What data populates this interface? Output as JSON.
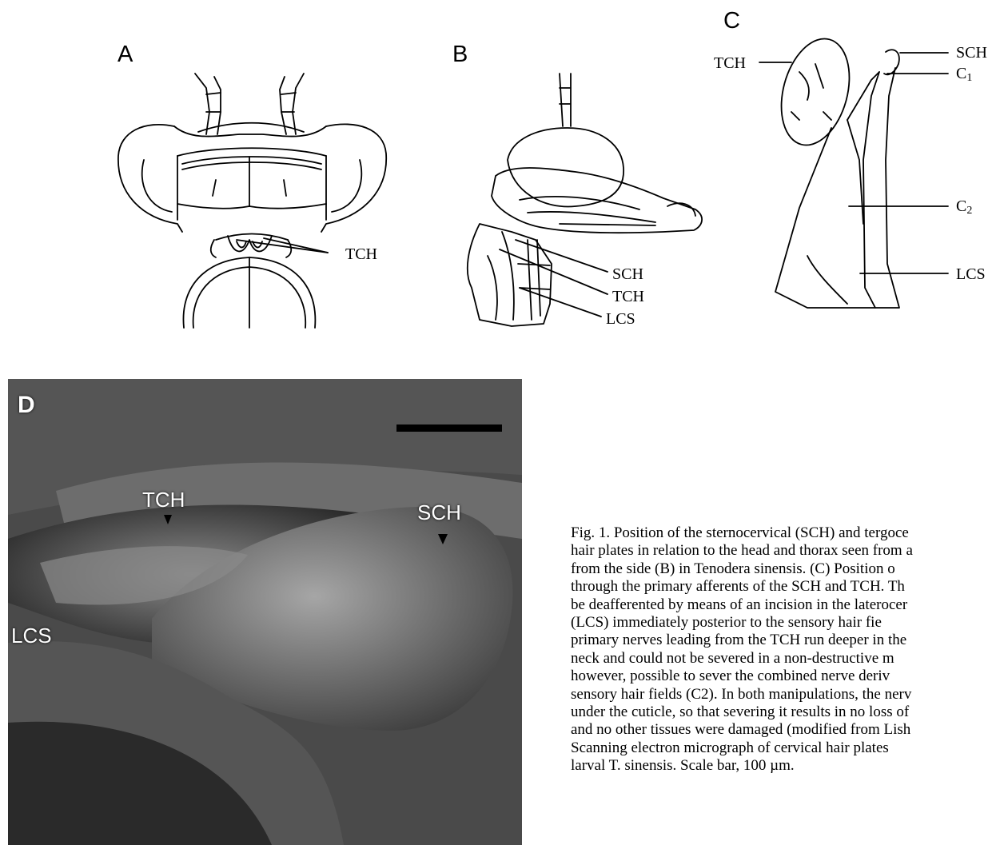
{
  "panels": {
    "a": {
      "letter": "A",
      "tch": "TCH"
    },
    "b": {
      "letter": "B",
      "sch": "SCH",
      "tch": "TCH",
      "lcs": "LCS"
    },
    "c": {
      "letter": "C",
      "tch": "TCH",
      "sch": "SCH",
      "c1": "C",
      "c1_sub": "1",
      "c2": "C",
      "c2_sub": "2",
      "lcs": "LCS"
    },
    "d": {
      "letter": "D",
      "tch": "TCH",
      "sch": "SCH",
      "lcs": "LCS"
    }
  },
  "caption": {
    "lines": [
      "Fig. 1. Position of the sternocervical (SCH) and tergoce",
      "hair plates in relation to the head and thorax seen from a",
      "from the side (B) in Tenodera sinensis. (C) Position o",
      "through the primary afferents of the SCH and TCH. Th",
      "be deafferented by means of an incision in the laterocer",
      "(LCS) immediately posterior to the sensory hair fie",
      "primary nerves leading from the TCH run deeper in the",
      "neck and could not be severed in a non-destructive m",
      "however, possible to sever the combined nerve deriv",
      "sensory hair fields (C2). In both manipulations, the nerv",
      "under the cuticle, so that severing it results in no loss of",
      "and no other tissues were damaged (modified from Lish",
      "Scanning electron micrograph of cervical hair plates",
      "larval T. sinensis. Scale bar, 100 µm."
    ]
  }
}
